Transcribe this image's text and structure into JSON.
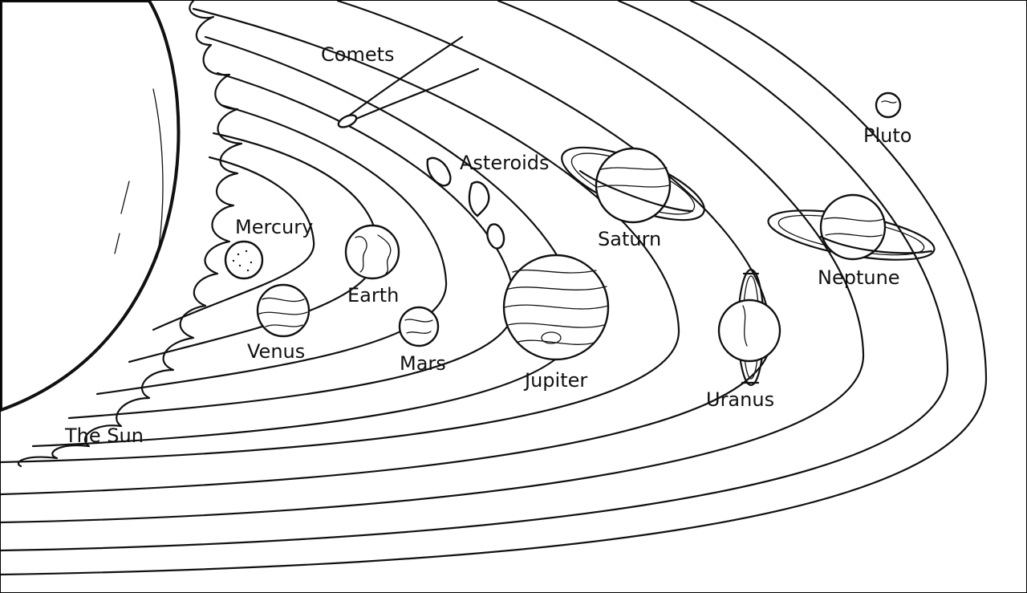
{
  "labels": {
    "sun": "The Sun",
    "mercury": "Mercury",
    "venus": "Venus",
    "earth": "Earth",
    "mars": "Mars",
    "asteroids": "Asteroids",
    "jupiter": "Jupiter",
    "saturn": "Saturn",
    "uranus": "Uranus",
    "neptune": "Neptune",
    "pluto": "Pluto",
    "comets": "Comets"
  },
  "colors": {
    "line": "#111111",
    "background": "#ffffff"
  }
}
